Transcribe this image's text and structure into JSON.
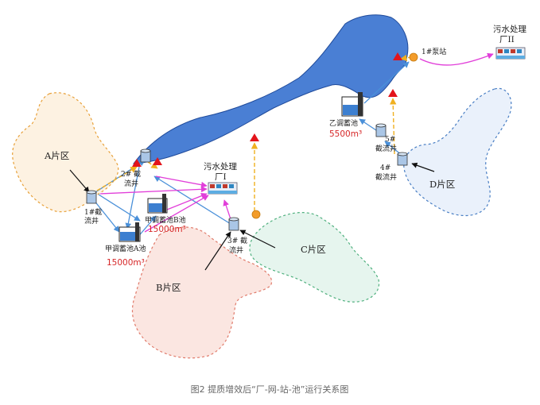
{
  "labels": {
    "plant1": [
      "污水处理",
      "厂I"
    ],
    "plant2": [
      "污水处理",
      "厂II"
    ],
    "pump1": "1#泵站",
    "well1": [
      "1#截",
      "流井"
    ],
    "well2": [
      "2# 截",
      "流井"
    ],
    "well3": [
      "3# 截",
      "流井"
    ],
    "well4": [
      "4#",
      "截流井"
    ],
    "well5": [
      "5#",
      "截流井"
    ],
    "tank_jia_b": "甲调蓄池B池",
    "tank_jia_a": "甲调蓄池A池",
    "tank_yi": "乙调蓄池",
    "vol_jia_b": "15000m³",
    "vol_jia_a": "15000m³",
    "vol_yi": "5500m³",
    "zone_a": "A片区",
    "zone_b": "B片区",
    "zone_c": "C片区",
    "zone_d": "D片区"
  },
  "caption": "图2 提质增效后“厂-网-站-池”运行关系图",
  "colors": {
    "river": "#4a7fd4",
    "zone_a": "#fdf2e2",
    "zone_a_border": "#e8a13a",
    "zone_b": "#fbe6e1",
    "zone_b_border": "#e07a6a",
    "zone_c": "#e6f5ee",
    "zone_c_border": "#4fb07e",
    "zone_d": "#eaf1fb",
    "zone_d_border": "#4a7fc4",
    "flow_blue": "#4a90d9",
    "flow_magenta": "#e13ed9",
    "flow_dashed": "#f0b020",
    "outlet_triangle": "#e3141b",
    "pump_circle": "#f39c2a",
    "volume_text": "#d62728"
  }
}
